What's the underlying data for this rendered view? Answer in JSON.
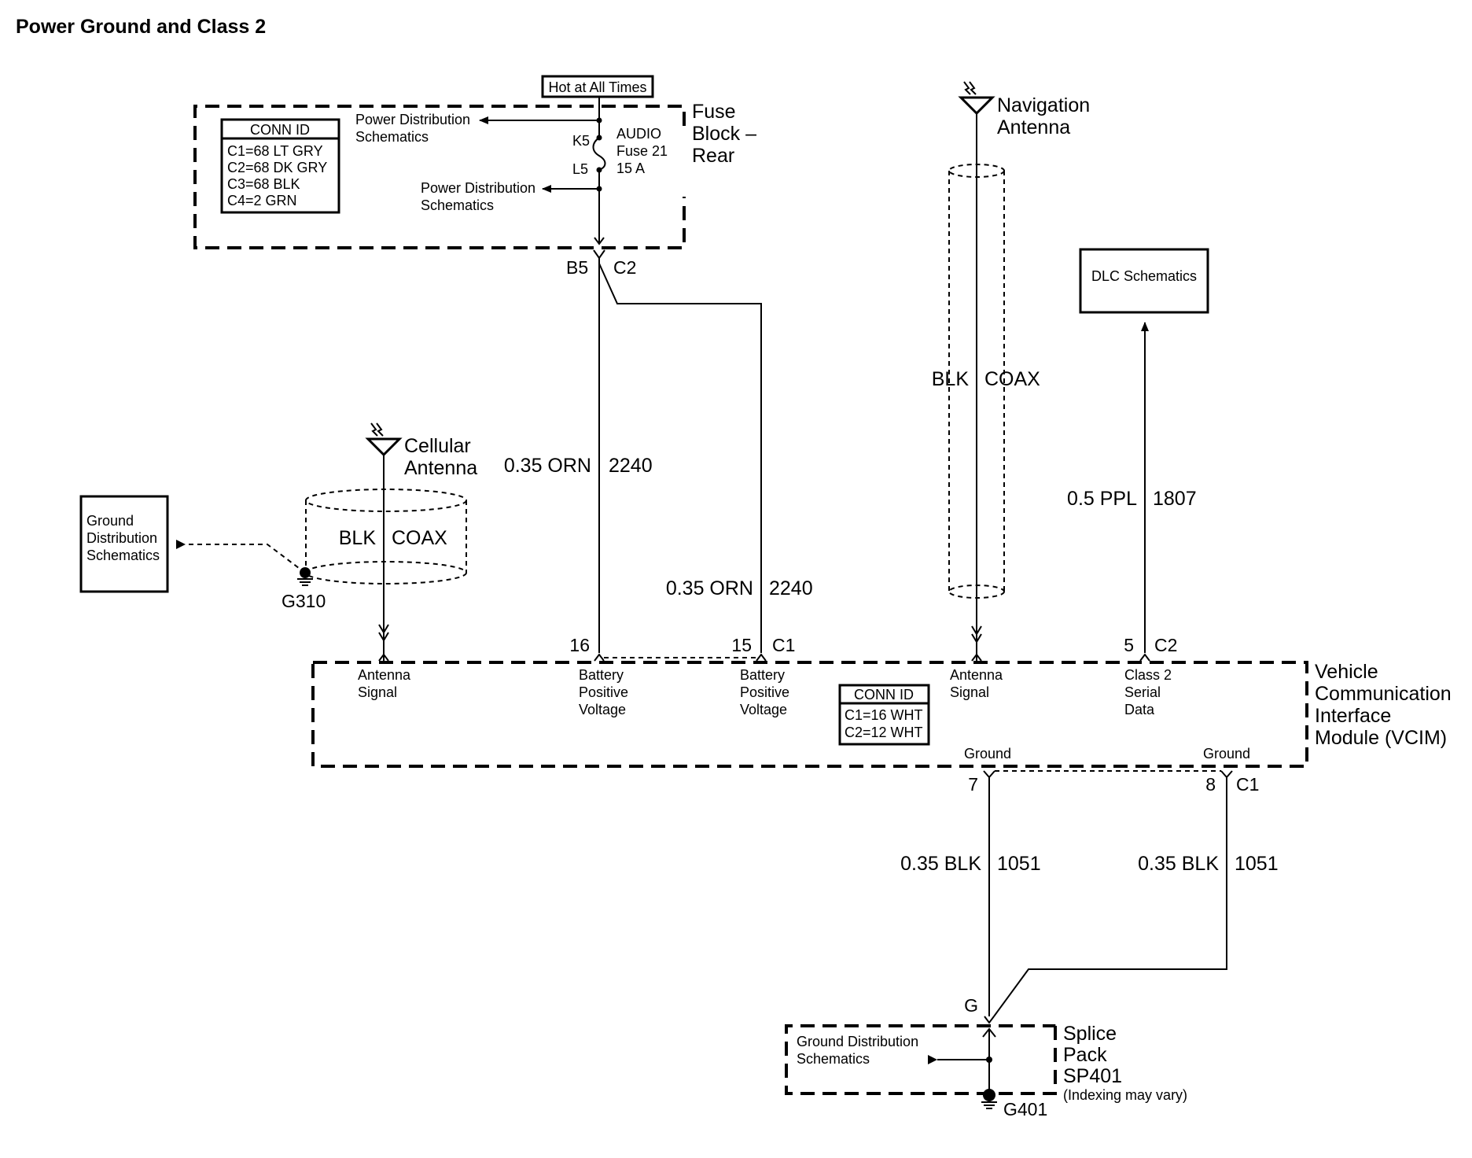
{
  "title": "Power Ground and Class 2",
  "fuse_block": {
    "hot_label": "Hot at All Times",
    "name": [
      "Fuse",
      "Block –",
      "Rear"
    ],
    "conn_id_header": "CONN ID",
    "conn_ids": [
      "C1=68 LT GRY",
      "C2=68 DK GRY",
      "C3=68 BLK",
      "C4=2 GRN"
    ],
    "pd_top": [
      "Power Distribution",
      "Schematics"
    ],
    "pd_bottom": [
      "Power Distribution",
      "Schematics"
    ],
    "k5": "K5",
    "l5": "L5",
    "fuse": [
      "AUDIO",
      "Fuse 21",
      "15 A"
    ],
    "b5": "B5",
    "c2": "C2"
  },
  "nav_antenna": {
    "label": [
      "Navigation",
      "Antenna"
    ],
    "wire_color": "BLK",
    "wire_type": "COAX"
  },
  "dlc": {
    "label": "DLC Schematics",
    "wire_gauge": "0.5 PPL",
    "circuit": "1807",
    "pin": "5",
    "connector": "C2"
  },
  "cell_antenna": {
    "label": [
      "Cellular",
      "Antenna"
    ],
    "wire_color": "BLK",
    "wire_type": "COAX"
  },
  "ground_dist_left": [
    "Ground",
    "Distribution",
    "Schematics"
  ],
  "g310": "G310",
  "batt_wire_1": {
    "gauge": "0.35 ORN",
    "circuit": "2240",
    "pin": "16"
  },
  "batt_wire_2": {
    "gauge": "0.35 ORN",
    "circuit": "2240",
    "pin": "15",
    "connector": "C1"
  },
  "vcim": {
    "name": [
      "Vehicle",
      "Communication",
      "Interface",
      "Module (VCIM)"
    ],
    "antenna_signal_1": [
      "Antenna",
      "Signal"
    ],
    "battery_1": [
      "Battery",
      "Positive",
      "Voltage"
    ],
    "battery_2": [
      "Battery",
      "Positive",
      "Voltage"
    ],
    "antenna_signal_2": [
      "Antenna",
      "Signal"
    ],
    "class2": [
      "Class 2",
      "Serial",
      "Data"
    ],
    "conn_id_header": "CONN ID",
    "conn_ids": [
      "C1=16 WHT",
      "C2=12 WHT"
    ],
    "ground_1": "Ground",
    "ground_2": "Ground"
  },
  "ground_wire_1": {
    "gauge": "0.35 BLK",
    "circuit": "1051",
    "pin": "7"
  },
  "ground_wire_2": {
    "gauge": "0.35 BLK",
    "circuit": "1051",
    "pin": "8",
    "connector": "C1"
  },
  "splice": {
    "g_label": "G",
    "name": [
      "Splice",
      "Pack",
      "SP401"
    ],
    "note": "(Indexing may vary)",
    "ground_dist": [
      "Ground Distribution",
      "Schematics"
    ],
    "g401": "G401"
  }
}
